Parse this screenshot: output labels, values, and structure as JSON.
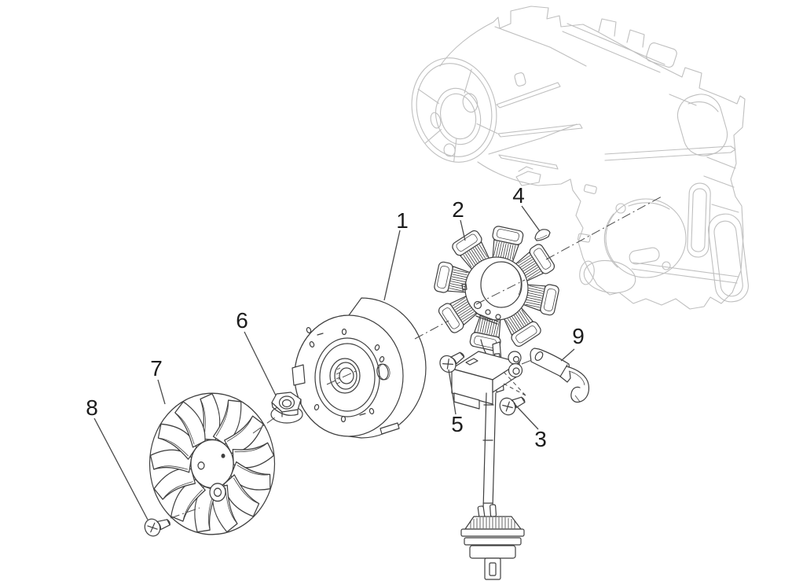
{
  "diagram": {
    "kind": "exploded-parts-diagram",
    "colors": {
      "background": "#ffffff",
      "part_line": "#3f3f3f",
      "ghost_line": "#bfbfbf",
      "label_text": "#1c1c1c"
    },
    "callouts": [
      {
        "label": "1",
        "part": "flywheel-rotor"
      },
      {
        "label": "2",
        "part": "stator"
      },
      {
        "label": "3",
        "part": "screw"
      },
      {
        "label": "4",
        "part": "woodruff-key"
      },
      {
        "label": "5",
        "part": "screw"
      },
      {
        "label": "6",
        "part": "flange-nut"
      },
      {
        "label": "7",
        "part": "cooling-fan"
      },
      {
        "label": "8",
        "part": "screw"
      },
      {
        "label": "9",
        "part": "cable-guide-bracket"
      }
    ]
  }
}
